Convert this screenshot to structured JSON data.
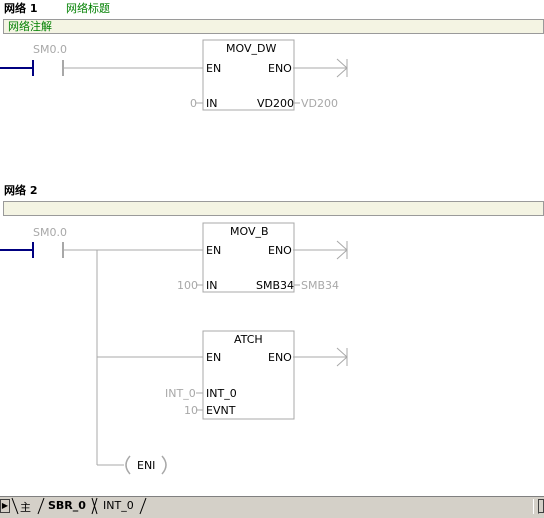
{
  "network1": {
    "label": "网络 1",
    "title": "网络标题",
    "comment": "网络注解",
    "contact": "SM0.0",
    "box": {
      "name": "MOV_DW",
      "en": "EN",
      "eno": "ENO",
      "in_pin": "IN",
      "in_value": "0",
      "out_pin": "VD200",
      "out_value": "VD200"
    }
  },
  "network2": {
    "label": "网络 2",
    "contact": "SM0.0",
    "box1": {
      "name": "MOV_B",
      "en": "EN",
      "eno": "ENO",
      "in_pin": "IN",
      "in_value": "100",
      "out_pin": "SMB34",
      "out_value": "SMB34"
    },
    "box2": {
      "name": "ATCH",
      "en": "EN",
      "eno": "ENO",
      "int_pin": "INT_0",
      "int_value": "INT_0",
      "evnt_pin": "EVNT",
      "evnt_value": "10"
    },
    "coil": "ENI"
  },
  "tabs": {
    "main": "主",
    "sbr0": "SBR_0",
    "int0": "INT_0"
  },
  "colors": {
    "comment_text": "#008000",
    "rung_line": "#a8a8a8",
    "power_rail": "#000080"
  }
}
